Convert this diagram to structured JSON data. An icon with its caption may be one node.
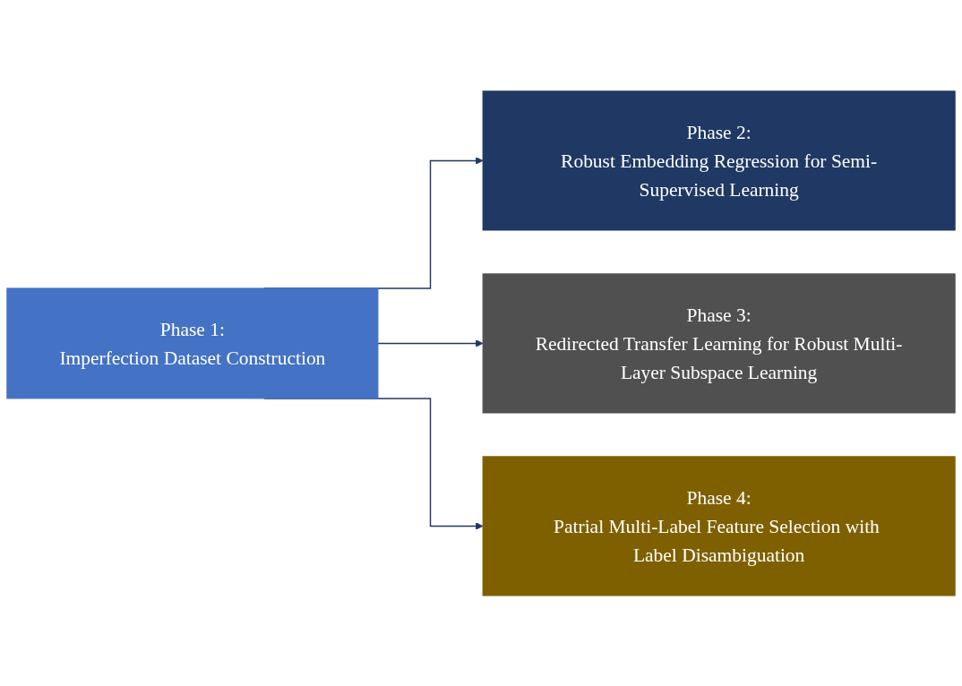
{
  "diagram": {
    "nodes": [
      {
        "text": [
          "Phase 1:",
          "Imperfection Dataset Construction"
        ]
      },
      {
        "text": [
          "Phase 2:",
          "Robust Embedding Regression for Semi-Supervised Learning"
        ]
      },
      {
        "text": [
          "Phase 3:",
          "Redirected Transfer Learning for Robust Multi-Layer Subspace Learning"
        ]
      },
      {
        "text": [
          "Phase 4:",
          "Patrial Multi-Label Feature Selection with Label Disambiguation"
        ]
      }
    ],
    "edges": [
      {
        "from": 0,
        "to": 1,
        "arrow": "to"
      },
      {
        "from": 0,
        "to": 2,
        "arrow": "to"
      },
      {
        "from": 0,
        "to": 3,
        "arrow": "to"
      }
    ]
  }
}
